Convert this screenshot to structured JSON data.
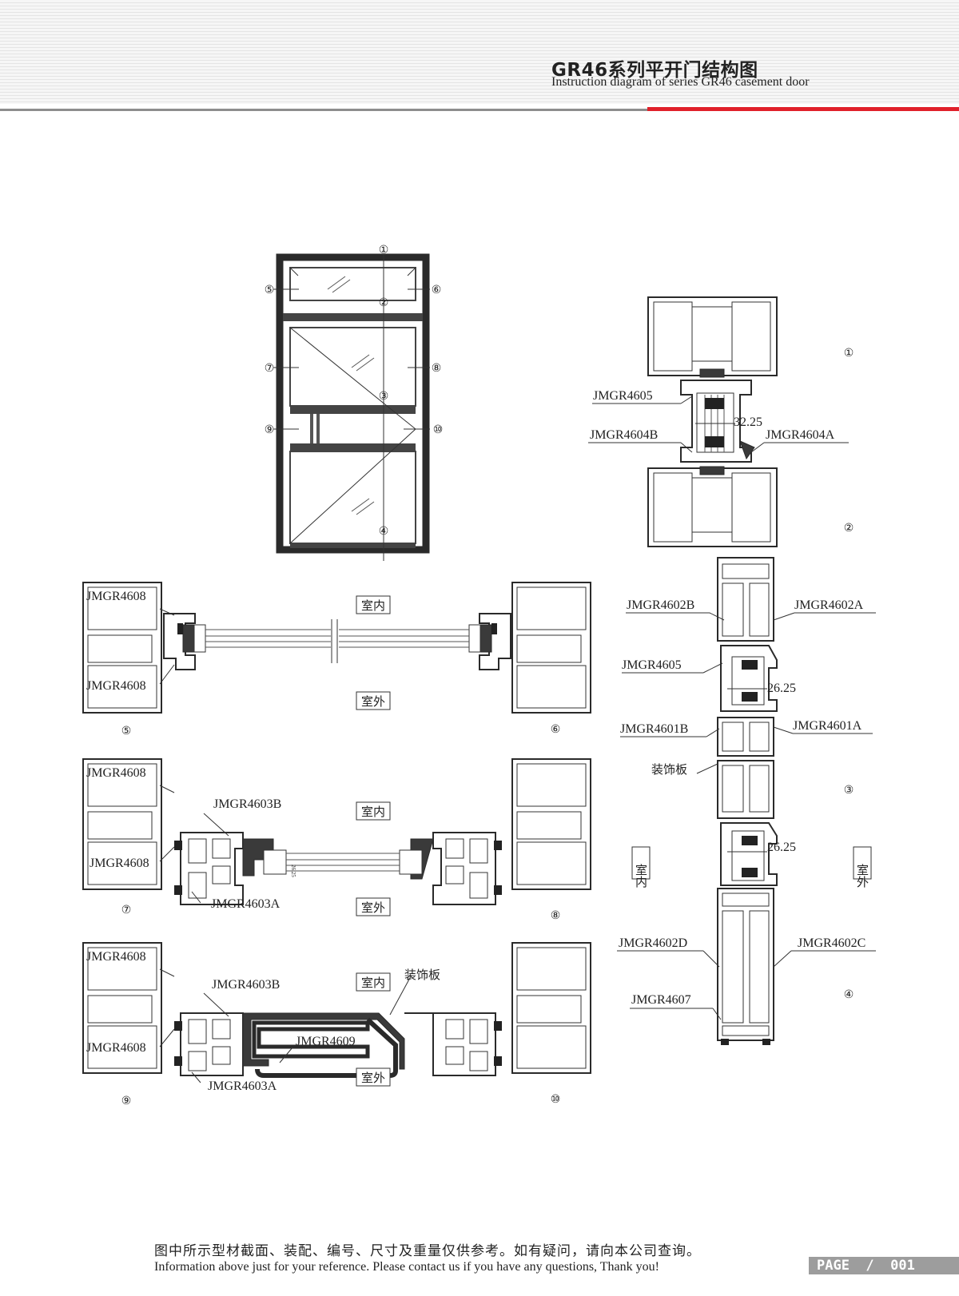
{
  "header": {
    "title_cn": "GR46系列平开门结构图",
    "title_en": "Instruction diagram of series GR46 casement door"
  },
  "elevation": {
    "markers": [
      "①",
      "②",
      "③",
      "④",
      "⑤",
      "⑥",
      "⑦",
      "⑧",
      "⑨",
      "⑩"
    ]
  },
  "sections": {
    "s5_6": {
      "top_left": "JMGR4608",
      "bottom_left": "JMGR4608",
      "indoor": "室内",
      "outdoor": "室外",
      "left_num": "⑤",
      "right_num": "⑥"
    },
    "s7_8": {
      "top_left": "JMGR4608",
      "bottom_left": "JMGR4608",
      "mid_top": "JMGR4603B",
      "mid_bottom": "JMGR4603A",
      "indoor": "室内",
      "outdoor": "室外",
      "left_num": "⑦",
      "right_num": "⑧",
      "dim": "26.25"
    },
    "s9_10": {
      "top_left": "JMGR4608",
      "bottom_left": "JMGR4608",
      "mid_top": "JMGR4603B",
      "mid_bottom": "JMGR4603A",
      "panel": "JMGR4609",
      "deco": "装饰板",
      "indoor": "室内",
      "outdoor": "室外",
      "left_num": "⑨",
      "right_num": "⑩"
    },
    "vertical": {
      "n1": "①",
      "n2": "②",
      "n3": "③",
      "n4": "④",
      "l4605_top": "JMGR4605",
      "l4604B": "JMGR4604B",
      "l4604A": "JMGR4604A",
      "dim1": "32.25",
      "l4602B": "JMGR4602B",
      "l4602A": "JMGR4602A",
      "l4605_mid": "JMGR4605",
      "dim2": "26.25",
      "l4601B": "JMGR4601B",
      "l4601A": "JMGR4601A",
      "deco": "装饰板",
      "dim3": "26.25",
      "indoor": "室内",
      "outdoor": "室外",
      "l4602D": "JMGR4602D",
      "l4602C": "JMGR4602C",
      "l4607": "JMGR4607"
    }
  },
  "footer": {
    "note_cn": "图中所示型材截面、装配、编号、尺寸及重量仅供参考。如有疑问，请向本公司查询。",
    "note_en": "Information above just for your reference. Please contact us if you have any questions, Thank you!",
    "page": "PAGE  /  001"
  }
}
